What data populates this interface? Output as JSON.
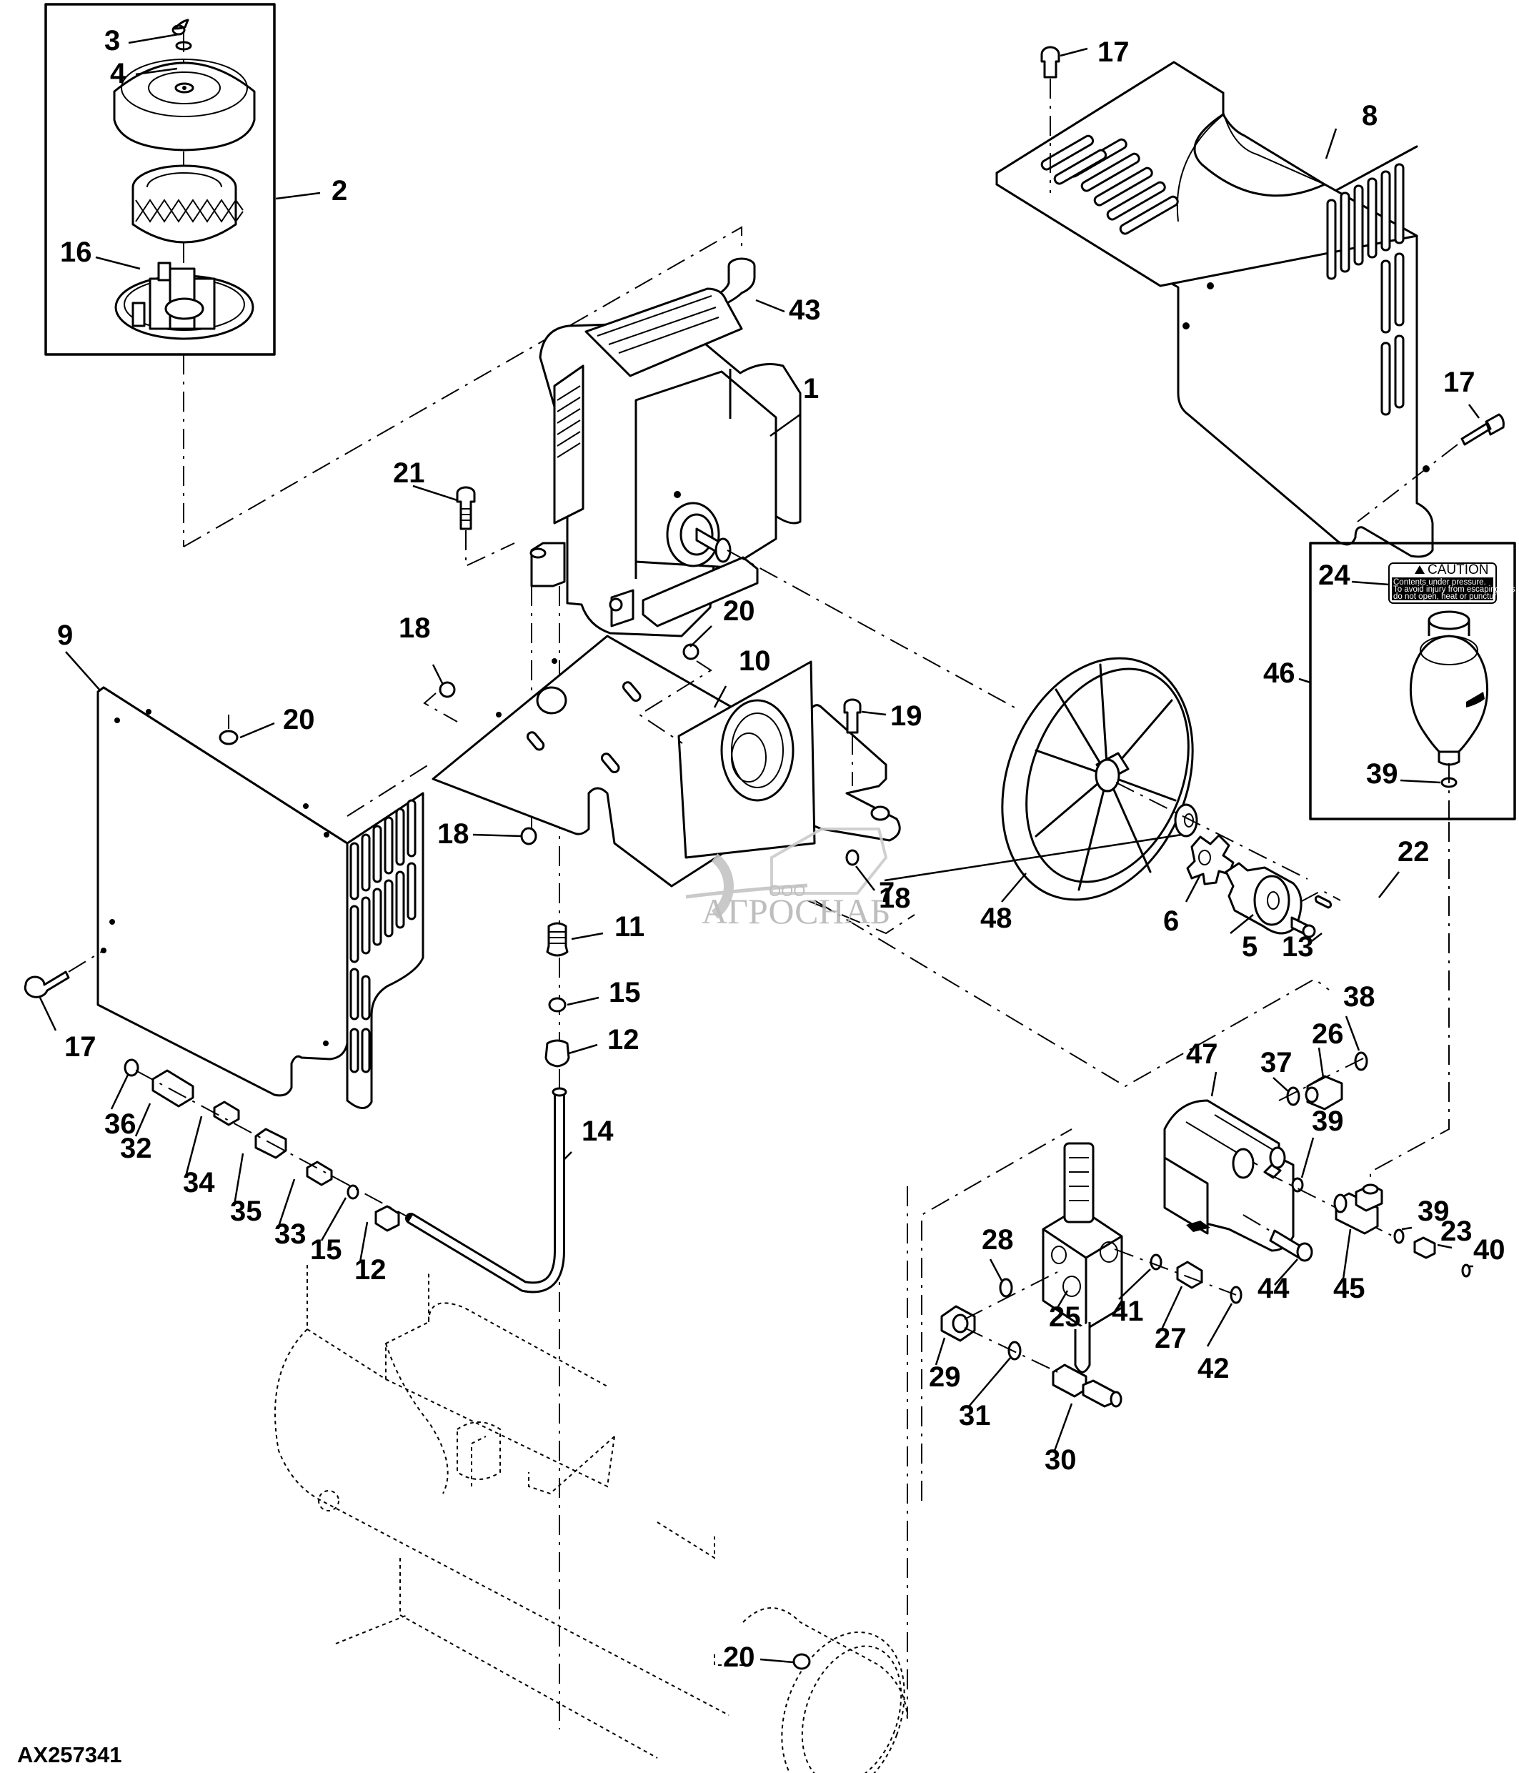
{
  "figure_id": "AX257341",
  "watermark": {
    "prefix": "ООО",
    "name": "АГРОСНАБ"
  },
  "caution_label": {
    "title": "CAUTION",
    "lines": [
      "Contents under pressure.",
      "To avoid injury from escaping gas,",
      "do not open, heat or puncture."
    ]
  },
  "callouts": [
    {
      "id": "c3",
      "label": "3",
      "part": "wing-nut"
    },
    {
      "id": "c4",
      "label": "4",
      "part": "washer"
    },
    {
      "id": "c2",
      "label": "2",
      "part": "air-filter-assembly"
    },
    {
      "id": "c16",
      "label": "16",
      "part": "filter-element"
    },
    {
      "id": "c17a",
      "label": "17",
      "part": "cap-screw"
    },
    {
      "id": "c8",
      "label": "8",
      "part": "belt-guard-cover"
    },
    {
      "id": "c43",
      "label": "43",
      "part": "elbow-fitting"
    },
    {
      "id": "c1",
      "label": "1",
      "part": "compressor-pump"
    },
    {
      "id": "c17b",
      "label": "17",
      "part": "cap-screw"
    },
    {
      "id": "c21",
      "label": "21",
      "part": "cap-screw"
    },
    {
      "id": "c20a",
      "label": "20",
      "part": "nut"
    },
    {
      "id": "c24",
      "label": "24",
      "part": "caution-decal"
    },
    {
      "id": "c9",
      "label": "9",
      "part": "side-shield"
    },
    {
      "id": "c18a",
      "label": "18",
      "part": "nut"
    },
    {
      "id": "c10",
      "label": "10",
      "part": "mounting-plate"
    },
    {
      "id": "c20b",
      "label": "20",
      "part": "nut"
    },
    {
      "id": "c19",
      "label": "19",
      "part": "cap-screw"
    },
    {
      "id": "c46",
      "label": "46",
      "part": "accumulator-assembly"
    },
    {
      "id": "c18b",
      "label": "18",
      "part": "nut"
    },
    {
      "id": "c39a",
      "label": "39",
      "part": "o-ring"
    },
    {
      "id": "c22",
      "label": "22",
      "part": "key"
    },
    {
      "id": "c18c",
      "label": "18",
      "part": "nut"
    },
    {
      "id": "c7",
      "label": "7",
      "part": "washer"
    },
    {
      "id": "c48",
      "label": "48",
      "part": "fan-pulley"
    },
    {
      "id": "c11",
      "label": "11",
      "part": "fitting"
    },
    {
      "id": "c6",
      "label": "6",
      "part": "coupling-insert"
    },
    {
      "id": "c5",
      "label": "5",
      "part": "coupling-hub"
    },
    {
      "id": "c13",
      "label": "13",
      "part": "set-screw"
    },
    {
      "id": "c17c",
      "label": "17",
      "part": "cap-screw"
    },
    {
      "id": "c15a",
      "label": "15",
      "part": "ferrule"
    },
    {
      "id": "c12a",
      "label": "12",
      "part": "nut-fitting"
    },
    {
      "id": "c38",
      "label": "38",
      "part": "o-ring"
    },
    {
      "id": "c47",
      "label": "47",
      "part": "hydraulic-pump"
    },
    {
      "id": "c37",
      "label": "37",
      "part": "o-ring"
    },
    {
      "id": "c26",
      "label": "26",
      "part": "fitting"
    },
    {
      "id": "c36",
      "label": "36",
      "part": "plug"
    },
    {
      "id": "c32",
      "label": "32",
      "part": "coupler"
    },
    {
      "id": "c14",
      "label": "14",
      "part": "tube"
    },
    {
      "id": "c39b",
      "label": "39",
      "part": "o-ring"
    },
    {
      "id": "c34",
      "label": "34",
      "part": "fitting"
    },
    {
      "id": "c35",
      "label": "35",
      "part": "coupler"
    },
    {
      "id": "c33",
      "label": "33",
      "part": "fitting"
    },
    {
      "id": "c15b",
      "label": "15",
      "part": "ferrule"
    },
    {
      "id": "c12b",
      "label": "12",
      "part": "nut-fitting"
    },
    {
      "id": "c28",
      "label": "28",
      "part": "o-ring"
    },
    {
      "id": "c39c",
      "label": "39",
      "part": "o-ring"
    },
    {
      "id": "c23",
      "label": "23",
      "part": "fitting"
    },
    {
      "id": "c40",
      "label": "40",
      "part": "o-ring"
    },
    {
      "id": "c44",
      "label": "44",
      "part": "cap-screw"
    },
    {
      "id": "c45",
      "label": "45",
      "part": "tee-fitting"
    },
    {
      "id": "c25",
      "label": "25",
      "part": "valve-block"
    },
    {
      "id": "c41",
      "label": "41",
      "part": "o-ring"
    },
    {
      "id": "c27",
      "label": "27",
      "part": "fitting"
    },
    {
      "id": "c42",
      "label": "42",
      "part": "o-ring"
    },
    {
      "id": "c29",
      "label": "29",
      "part": "elbow-fitting"
    },
    {
      "id": "c31",
      "label": "31",
      "part": "o-ring"
    },
    {
      "id": "c30",
      "label": "30",
      "part": "adapter-fitting"
    },
    {
      "id": "c20c",
      "label": "20",
      "part": "nut"
    }
  ]
}
